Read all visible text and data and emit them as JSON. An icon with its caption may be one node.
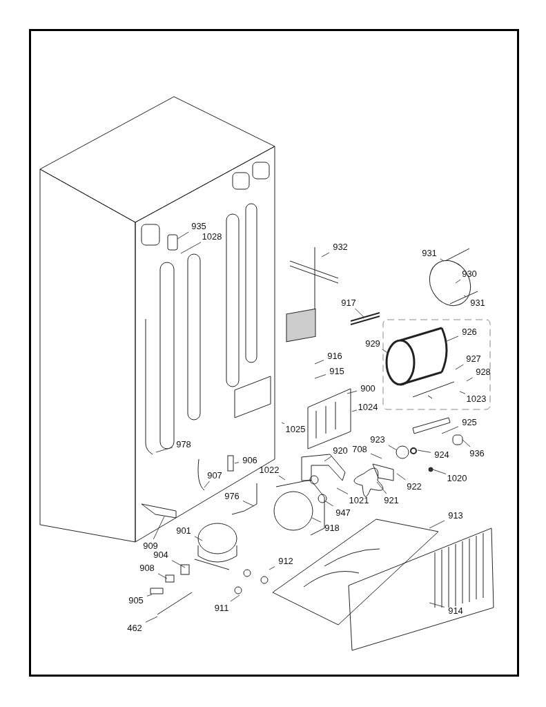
{
  "diagram": {
    "nodes": [
      {
        "text": [
          "935"
        ]
      },
      {
        "text": [
          "1028"
        ]
      },
      {
        "text": [
          "932"
        ]
      },
      {
        "text": [
          "931"
        ]
      },
      {
        "text": [
          "930"
        ]
      },
      {
        "text": [
          "931"
        ]
      },
      {
        "text": [
          "917"
        ]
      },
      {
        "text": [
          "929"
        ]
      },
      {
        "text": [
          "926"
        ]
      },
      {
        "text": [
          "916"
        ]
      },
      {
        "text": [
          "915"
        ]
      },
      {
        "text": [
          "927"
        ]
      },
      {
        "text": [
          "928"
        ]
      },
      {
        "text": [
          "900"
        ]
      },
      {
        "text": [
          "1024"
        ]
      },
      {
        "text": [
          "1023"
        ]
      },
      {
        "text": [
          "1025"
        ]
      },
      {
        "text": [
          "978"
        ]
      },
      {
        "text": [
          "925"
        ]
      },
      {
        "text": [
          "906"
        ]
      },
      {
        "text": [
          "920"
        ]
      },
      {
        "text": [
          "923"
        ]
      },
      {
        "text": [
          "708"
        ]
      },
      {
        "text": [
          "924"
        ]
      },
      {
        "text": [
          "936"
        ]
      },
      {
        "text": [
          "907"
        ]
      },
      {
        "text": [
          "1022"
        ]
      },
      {
        "text": [
          "1020"
        ]
      },
      {
        "text": [
          "922"
        ]
      },
      {
        "text": [
          "976"
        ]
      },
      {
        "text": [
          "921"
        ]
      },
      {
        "text": [
          "1021"
        ]
      },
      {
        "text": [
          "947"
        ]
      },
      {
        "text": [
          "913"
        ]
      },
      {
        "text": [
          "909"
        ]
      },
      {
        "text": [
          "901"
        ]
      },
      {
        "text": [
          "918"
        ]
      },
      {
        "text": [
          "904"
        ]
      },
      {
        "text": [
          "912"
        ]
      },
      {
        "text": [
          "908"
        ]
      },
      {
        "text": [
          "905"
        ]
      },
      {
        "text": [
          "911"
        ]
      },
      {
        "text": [
          "914"
        ]
      },
      {
        "text": [
          "462"
        ]
      },
      {
        "text": [],
        "shape": "cylinder"
      },
      {
        "text": [],
        "shape": "circle"
      }
    ],
    "edges": [
      {
        "from": 0,
        "to": null,
        "arrow": "none"
      },
      {
        "from": 1,
        "to": null,
        "arrow": "none"
      },
      {
        "from": 2,
        "to": null,
        "arrow": "none"
      },
      {
        "from": 3,
        "to": null,
        "arrow": "none"
      },
      {
        "from": 4,
        "to": null,
        "arrow": "none"
      },
      {
        "from": 5,
        "to": null,
        "arrow": "none"
      },
      {
        "from": 6,
        "to": null,
        "arrow": "none"
      },
      {
        "from": 7,
        "to": null,
        "arrow": "none"
      },
      {
        "from": 8,
        "to": null,
        "arrow": "none"
      },
      {
        "from": 9,
        "to": null,
        "arrow": "none"
      },
      {
        "from": 10,
        "to": null,
        "arrow": "none"
      },
      {
        "from": 11,
        "to": null,
        "arrow": "none"
      },
      {
        "from": 12,
        "to": null,
        "arrow": "none"
      },
      {
        "from": 13,
        "to": null,
        "arrow": "none"
      },
      {
        "from": 14,
        "to": null,
        "arrow": "none"
      },
      {
        "from": 15,
        "to": null,
        "arrow": "none"
      },
      {
        "from": 16,
        "to": null,
        "arrow": "none"
      },
      {
        "from": 17,
        "to": null,
        "arrow": "none"
      },
      {
        "from": 18,
        "to": null,
        "arrow": "none"
      },
      {
        "from": 19,
        "to": null,
        "arrow": "none"
      },
      {
        "from": 20,
        "to": null,
        "arrow": "none"
      },
      {
        "from": 21,
        "to": null,
        "arrow": "none"
      },
      {
        "from": 22,
        "to": null,
        "arrow": "none"
      },
      {
        "from": 23,
        "to": null,
        "arrow": "none"
      },
      {
        "from": 24,
        "to": 44,
        "arrow": "none"
      },
      {
        "from": 25,
        "to": null,
        "arrow": "none"
      },
      {
        "from": 26,
        "to": null,
        "arrow": "none"
      },
      {
        "from": 27,
        "to": 45,
        "arrow": "none"
      },
      {
        "from": 28,
        "to": null,
        "arrow": "none"
      },
      {
        "from": 29,
        "to": null,
        "arrow": "none"
      },
      {
        "from": 30,
        "to": null,
        "arrow": "none"
      },
      {
        "from": 31,
        "to": null,
        "arrow": "none"
      },
      {
        "from": 32,
        "to": null,
        "arrow": "none"
      },
      {
        "from": 33,
        "to": null,
        "arrow": "none"
      },
      {
        "from": 34,
        "to": null,
        "arrow": "none"
      },
      {
        "from": 35,
        "to": null,
        "arrow": "none"
      },
      {
        "from": 36,
        "to": null,
        "arrow": "none"
      },
      {
        "from": 37,
        "to": null,
        "arrow": "none"
      },
      {
        "from": 38,
        "to": null,
        "arrow": "none"
      },
      {
        "from": 39,
        "to": null,
        "arrow": "none"
      },
      {
        "from": 40,
        "to": null,
        "arrow": "none"
      },
      {
        "from": 41,
        "to": null,
        "arrow": "none"
      },
      {
        "from": 42,
        "to": null,
        "arrow": "none"
      },
      {
        "from": 43,
        "to": null,
        "arrow": "none"
      }
    ]
  }
}
